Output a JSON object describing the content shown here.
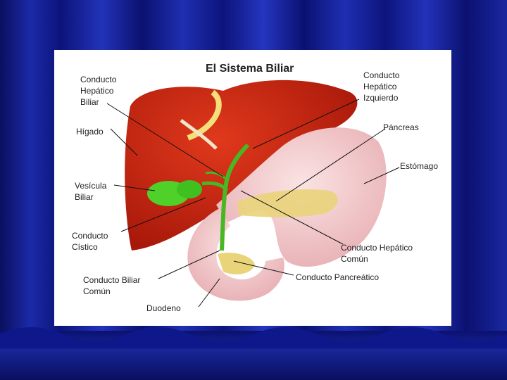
{
  "title": "El Sistema Biliar",
  "labels": {
    "conducto_hepatico_biliar": "Conducto\nHepático\nBiliar",
    "higado": "Hígado",
    "vesicula_biliar": "Vesícula\nBiliar",
    "conducto_cistico": "Conducto\nCístico",
    "conducto_biliar_comun": "Conducto Biliar\nComún",
    "duodeno": "Duodeno",
    "conducto_hepatico_izquierdo": "Conducto\nHepático\nIzquierdo",
    "pancreas": "Páncreas",
    "estomago": "Estómago",
    "conducto_hepatico_comun": "Conducto Hepático\nComún",
    "conducto_pancreatico": "Conducto Pancreático"
  },
  "colors": {
    "liver": "#cc2a14",
    "gallbladder": "#4fd12a",
    "stomach": "#f2c8c8",
    "pancreas": "#e9d47a",
    "curtain": "#1b2aa8"
  }
}
